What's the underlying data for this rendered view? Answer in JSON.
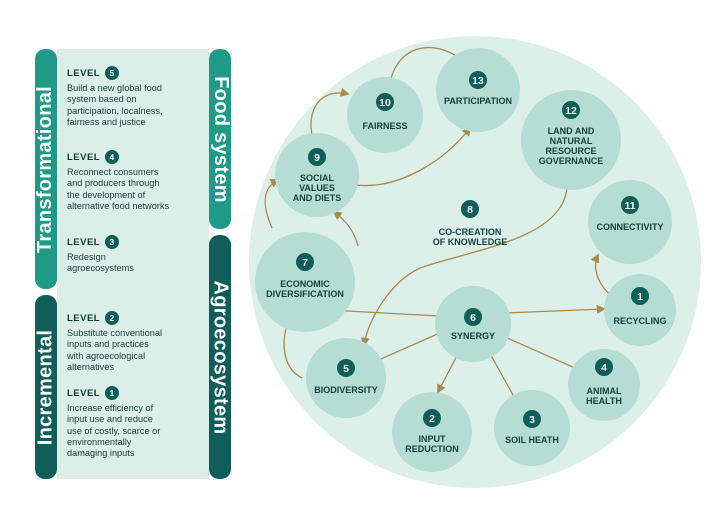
{
  "bars": {
    "transformational": "Transformational",
    "incremental": "Incremental",
    "food_system": "Food system",
    "agroecosystem": "Agroecosystem"
  },
  "levels": [
    {
      "label": "LEVEL",
      "num": "5",
      "text": [
        "Build a new global food",
        "system based on",
        "participation, localness,",
        "fairness and justice"
      ]
    },
    {
      "label": "LEVEL",
      "num": "4",
      "text": [
        "Reconnect consumers",
        "and producers through",
        "the development of",
        "alternative food networks"
      ]
    },
    {
      "label": "LEVEL",
      "num": "3",
      "text": [
        "Redesign",
        "agroecosystems"
      ]
    },
    {
      "label": "LEVEL",
      "num": "2",
      "text": [
        "Substitute conventional",
        "inputs and practices",
        "with agroecological",
        "alternatives"
      ]
    },
    {
      "label": "LEVEL",
      "num": "1",
      "text": [
        "Increase efficiency of",
        "input use and reduce",
        "use of costly, scarce or",
        "environmentally",
        "damaging inputs"
      ]
    }
  ],
  "principles": [
    {
      "num": "1",
      "lines": [
        "RECYCLING"
      ]
    },
    {
      "num": "2",
      "lines": [
        "INPUT",
        "REDUCTION"
      ]
    },
    {
      "num": "3",
      "lines": [
        "SOIL HEATH"
      ]
    },
    {
      "num": "4",
      "lines": [
        "ANIMAL",
        "HEALTH"
      ]
    },
    {
      "num": "5",
      "lines": [
        "BIODIVERSITY"
      ]
    },
    {
      "num": "6",
      "lines": [
        "SYNERGY"
      ]
    },
    {
      "num": "7",
      "lines": [
        "ECONOMIC",
        "DIVERSIFICATION"
      ]
    },
    {
      "num": "8",
      "lines": [
        "CO-CREATION",
        "OF KNOWLEDGE"
      ]
    },
    {
      "num": "9",
      "lines": [
        "SOCIAL",
        "VALUES",
        "AND DIETS"
      ]
    },
    {
      "num": "10",
      "lines": [
        "FAIRNESS"
      ]
    },
    {
      "num": "11",
      "lines": [
        "CONNECTIVITY"
      ]
    },
    {
      "num": "12",
      "lines": [
        "LAND AND",
        "NATURAL",
        "RESOURCE",
        "GOVERNANCE"
      ]
    },
    {
      "num": "13",
      "lines": [
        "PARTICIPATION"
      ]
    }
  ],
  "colors": {
    "teal_bar": "#1f9a86",
    "dark_bar": "#0f5e59",
    "panel": "#dbeee8",
    "outer_circle": "#dcefe9",
    "node": "#b5ddd3",
    "badge": "#0f5e59",
    "arrow": "#a88a4e"
  }
}
